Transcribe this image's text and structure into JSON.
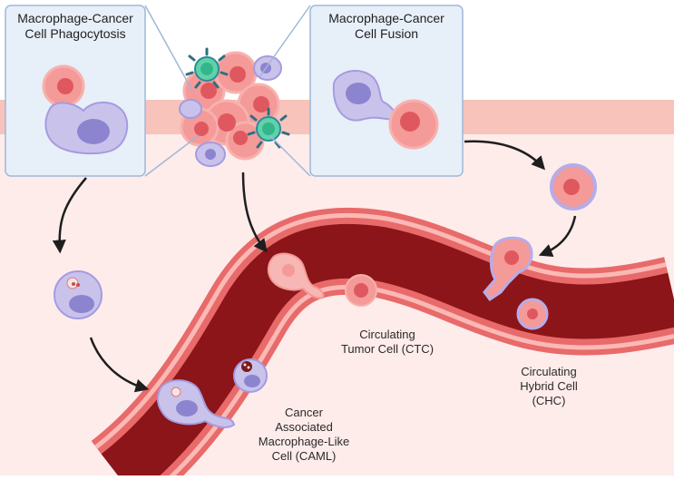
{
  "panels": {
    "phagocytosis_title_line1": "Macrophage-Cancer",
    "phagocytosis_title_line2": "Cell Phagocytosis",
    "fusion_title_line1": "Macrophage-Cancer",
    "fusion_title_line2": "Cell Fusion"
  },
  "labels": {
    "ctc_line1": "Circulating",
    "ctc_line2": "Tumor Cell (CTC)",
    "chc_line1": "Circulating",
    "chc_line2": "Hybrid Cell",
    "chc_line3": "(CHC)",
    "caml_line1": "Cancer",
    "caml_line2": "Associated",
    "caml_line3": "Macrophage-Like",
    "caml_line4": "Cell (CAML)"
  },
  "colors": {
    "tissue_band": "#f7c3bb",
    "background_tissue": "#fdecea",
    "vessel_wall": "#e86a6a",
    "vessel_lumen": "#8b1519",
    "tumor_cell": "#f49a98",
    "tumor_nucleus": "#e0585f",
    "macrophage": "#c9c3ec",
    "macrophage_nucleus": "#8d84d0",
    "t_cell": "#5fd3a8",
    "panel_fill": "#e7eff9",
    "panel_border": "#9fb8d8",
    "arrow": "#1e1e1e"
  }
}
